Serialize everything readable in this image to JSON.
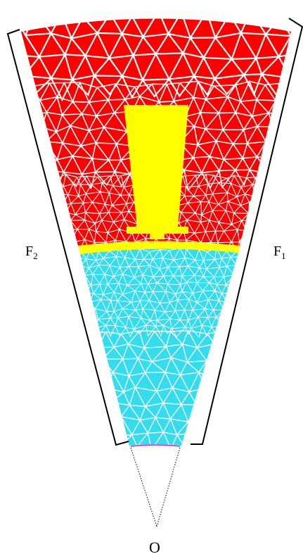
{
  "labels": {
    "f2": {
      "main": "F",
      "sub": "2"
    },
    "f1": {
      "main": "F",
      "sub": "1"
    },
    "origin": "O"
  },
  "regions": {
    "rotor_teeth": {
      "color": "#ff0000"
    },
    "slot": {
      "color": "#ffff00"
    },
    "air_gap": {
      "color": "#ffff00"
    },
    "stator_core": {
      "color": "#33ddee"
    },
    "mesh_lines": {
      "color": "#ffffff"
    },
    "inner_arc": {
      "color": "#d020d0"
    },
    "boundaries": {
      "color": "#000000"
    }
  }
}
